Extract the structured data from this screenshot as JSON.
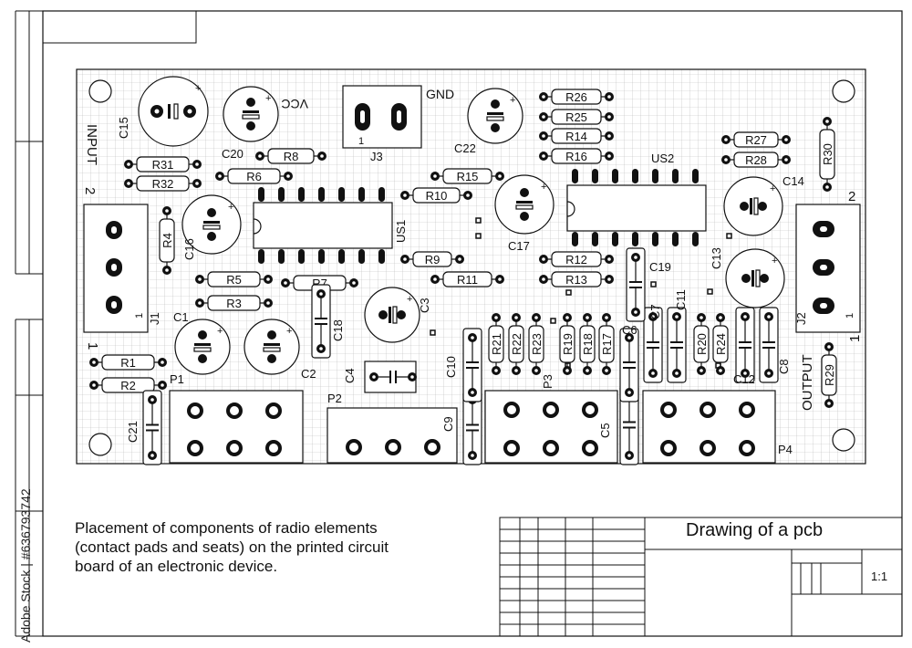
{
  "title": "Drawing of a pcb",
  "scale": "1:1",
  "caption": [
    "Placement of components of radio elements",
    "(contact pads and seats) on the printed circuit",
    "board of an electronic device."
  ],
  "watermark": "Adobe Stock | #636793742",
  "board_labels": {
    "input": "INPUT",
    "output": "OUTPUT",
    "vcc": "VCC",
    "gnd": "GND",
    "j1": "J1",
    "j2": "J2",
    "j3": "J3",
    "us1": "US1",
    "us2": "US2",
    "p1": "P1",
    "p2": "P2",
    "p3": "P3",
    "p4": "P4",
    "pin1": "1",
    "pin2": "2"
  },
  "components": {
    "resistors": [
      "R1",
      "R2",
      "R3",
      "R4",
      "R5",
      "R6",
      "R7",
      "R8",
      "R9",
      "R10",
      "R11",
      "R12",
      "R13",
      "R14",
      "R15",
      "R16",
      "R17",
      "R18",
      "R19",
      "R20",
      "R21",
      "R22",
      "R23",
      "R24",
      "R25",
      "R26",
      "R27",
      "R28",
      "R29",
      "R30",
      "R31",
      "R32"
    ],
    "electrolytic_caps": [
      "C1",
      "C2",
      "C3",
      "C13",
      "C14",
      "C15",
      "C16",
      "C17",
      "C20",
      "C22"
    ],
    "ceramic_caps": [
      "C4",
      "C5",
      "C6",
      "C7",
      "C8",
      "C9",
      "C10",
      "C11",
      "C12",
      "C18",
      "C19",
      "C21"
    ]
  }
}
